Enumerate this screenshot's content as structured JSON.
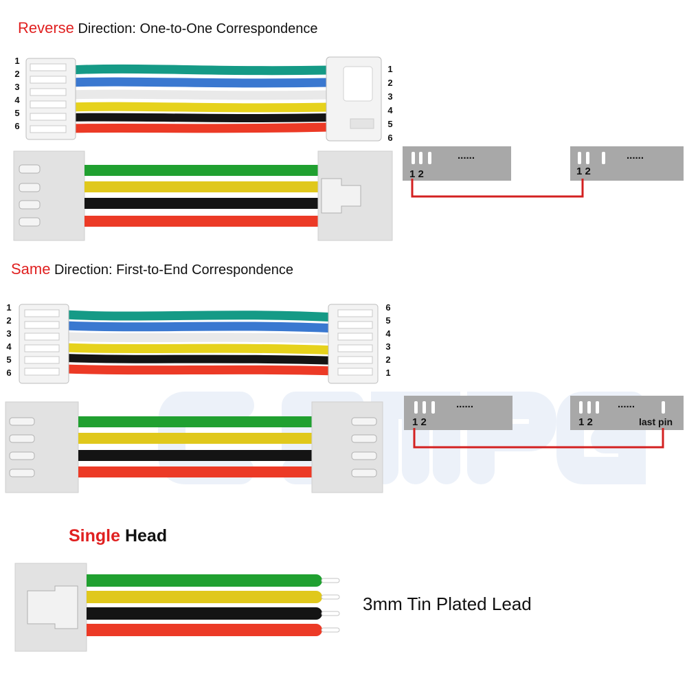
{
  "sections": {
    "reverse": {
      "title_accent": "Reverse",
      "title_rest": " Direction: One-to-One Correspondence"
    },
    "same": {
      "title_accent": "Same",
      "title_rest": " Direction: First-to-End Correspondence"
    },
    "single": {
      "title_accent": "Single",
      "title_rest": " Head"
    }
  },
  "photo_reverse": {
    "left_pins": [
      "1",
      "2",
      "3",
      "4",
      "5",
      "6"
    ],
    "right_pins": [
      "1",
      "2",
      "3",
      "4",
      "5",
      "6"
    ]
  },
  "photo_same": {
    "left_pins": [
      "1",
      "2",
      "3",
      "4",
      "5",
      "6"
    ],
    "right_pins": [
      "6",
      "5",
      "4",
      "3",
      "2",
      "1"
    ]
  },
  "pin_diagram": {
    "pin_labels": "1 2",
    "ellipsis": "......",
    "last_pin_label": "last pin"
  },
  "single_head": {
    "lead_label": "3mm Tin Plated Lead"
  },
  "watermark": "C-SIMPO",
  "colors": {
    "accent_red": "#e02020",
    "wire_green": "#20a030",
    "wire_yellow": "#e0c81c",
    "wire_black": "#141414",
    "wire_red": "#ec3a26",
    "wire_teal": "#159a86",
    "wire_blue": "#3a78d0",
    "wire_white": "#f4f4f4",
    "connector_gray": "#e0e0e0",
    "housing_gray": "#a9a9a9",
    "trace_red": "#d32020"
  }
}
